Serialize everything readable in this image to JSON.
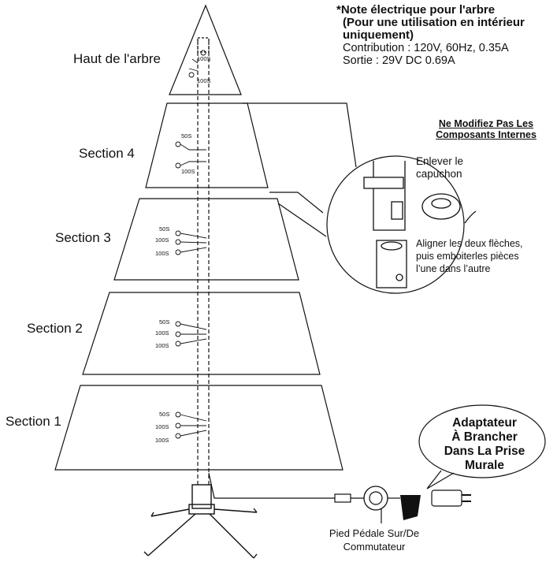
{
  "sections": {
    "top": "Haut de l'arbre",
    "s4": "Section 4",
    "s3": "Section 3",
    "s2": "Section 2",
    "s1": "Section 1"
  },
  "note": {
    "title": "*Note électrique pour l'arbre",
    "subtitle_line1": "(Pour une utilisation en intérieur",
    "subtitle_line2": "uniquement)",
    "input": "Contribution : 120V, 60Hz, 0.35A",
    "output": "Sortie : 29V DC 0.69A"
  },
  "bulb_labels": {
    "top": [
      "100S",
      "100S"
    ],
    "s4": [
      "50S",
      "100S"
    ],
    "s3": [
      "50S",
      "100S",
      "100S"
    ],
    "s2": [
      "50S",
      "100S",
      "100S"
    ],
    "s1": [
      "50S",
      "100S",
      "100S"
    ]
  },
  "detail": {
    "warning_line1": "Ne Modifiez Pas Les",
    "warning_line2": "Composants Internes",
    "step1_line1": "Enlever le",
    "step1_line2": "capuchon",
    "step2_line1": "Aligner les deux flèches,",
    "step2_line2": "puis emboiterles pièces",
    "step2_line3": "l’une dans l’autre"
  },
  "adapter": {
    "line1": "Adaptateur",
    "line2": "À Brancher",
    "line3": "Dans La Prise",
    "line4": "Murale"
  },
  "pedal": {
    "line1": "Pied Pédale Sur/De",
    "line2": "Commutateur"
  }
}
